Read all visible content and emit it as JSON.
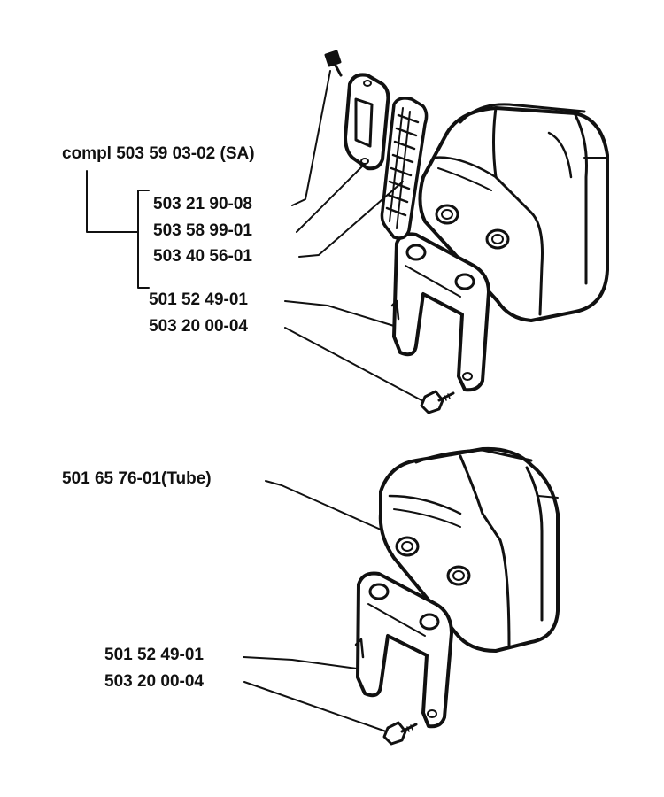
{
  "upper_assembly": {
    "compl_label": "compl 503 59 03-02 (SA)",
    "parts": [
      "503 21 90-08",
      "503 58 99-01",
      "503 40 56-01",
      "501 52 49-01",
      "503 20 00-04"
    ]
  },
  "lower_assembly": {
    "tube_label": "501 65 76-01(Tube)",
    "parts": [
      "501 52 49-01",
      "503 20 00-04"
    ]
  }
}
